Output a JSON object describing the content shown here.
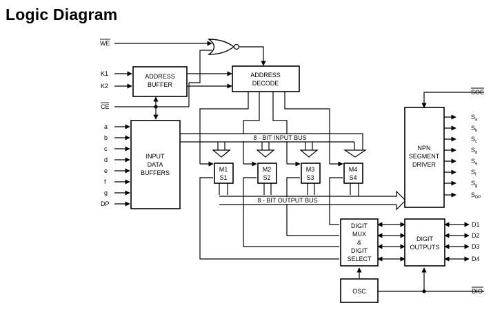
{
  "title": "Logic Diagram",
  "signals": {
    "we": "WE",
    "k1": "K1",
    "k2": "K2",
    "ce": "CE",
    "soe": "SOE",
    "dio": "DIO",
    "seg_inputs": [
      "a",
      "b",
      "c",
      "d",
      "e",
      "f",
      "g",
      "DP"
    ],
    "digits": [
      "D1",
      "D2",
      "D3",
      "D4"
    ],
    "seg_outputs": [
      {
        "main": "S",
        "sub": "a"
      },
      {
        "main": "S",
        "sub": "b"
      },
      {
        "main": "S",
        "sub": "c"
      },
      {
        "main": "S",
        "sub": "d"
      },
      {
        "main": "S",
        "sub": "e"
      },
      {
        "main": "S",
        "sub": "f"
      },
      {
        "main": "S",
        "sub": "g"
      },
      {
        "main": "S",
        "sub": "DP"
      }
    ]
  },
  "blocks": {
    "address_buffer": [
      "ADDRESS",
      "BUFFER"
    ],
    "address_decode": [
      "ADDRESS",
      "DECODE"
    ],
    "input_buffers": [
      "INPUT",
      "DATA",
      "BUFFERS"
    ],
    "segment_driver": [
      "NPN",
      "SEGMENT",
      "DRIVER"
    ],
    "digit_mux": [
      "DIGIT",
      "MUX",
      "&",
      "DIGIT",
      "SELECT"
    ],
    "digit_outputs": [
      "DIGIT",
      "OUTPUTS"
    ],
    "osc": "OSC",
    "memories": [
      {
        "m": "M1",
        "s": "S1"
      },
      {
        "m": "M2",
        "s": "S2"
      },
      {
        "m": "M3",
        "s": "S3"
      },
      {
        "m": "M4",
        "s": "S4"
      }
    ]
  },
  "buses": {
    "input": "8 - BIT INPUT BUS",
    "output": "8 - BIT OUTPUT BUS"
  }
}
